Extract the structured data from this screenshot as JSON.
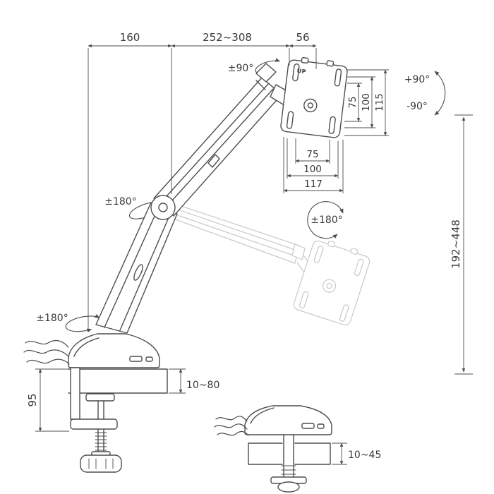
{
  "diagram": {
    "title": "Gas-spring monitor arm dimension drawing",
    "colors": {
      "line": "#4d4d4d",
      "ghost": "#c9c9c9",
      "text": "#3a3a3a",
      "background": "#ffffff"
    },
    "top_dims": {
      "arm_rear": "160",
      "arm_reach": "252~308",
      "head_depth": "56"
    },
    "vesa": {
      "up_marking": "UP",
      "vertical": {
        "inner": "75",
        "mid": "100",
        "outer": "115"
      },
      "horizontal": {
        "inner": "75",
        "mid": "100",
        "outer": "117"
      }
    },
    "rotation": {
      "head_swivel": "±90°",
      "tilt_up": "+90°",
      "tilt_down": "-90°",
      "elbow": "±180°",
      "vesa_plate": "±180°",
      "base": "±180°"
    },
    "height_range": "192~448",
    "clamp": {
      "desk_thickness": "10~80",
      "below_desk_height": "95"
    },
    "grommet": {
      "desk_thickness": "10~45"
    }
  }
}
